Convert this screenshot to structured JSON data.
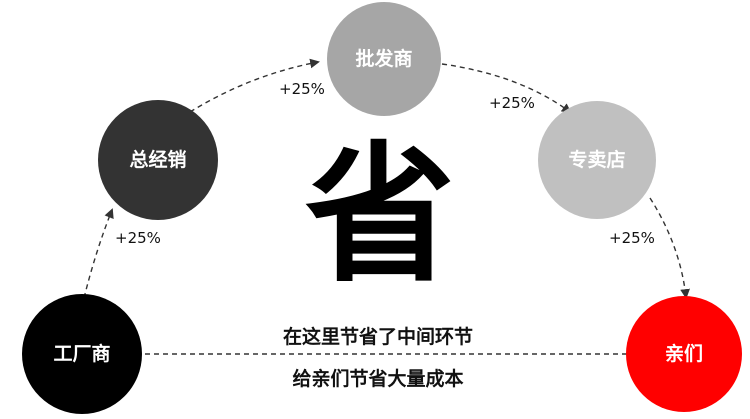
{
  "nodes": {
    "factory": {
      "label": "工厂商",
      "color": "#000000"
    },
    "distributor": {
      "label": "总经销",
      "color": "#333333"
    },
    "wholesaler": {
      "label": "批发商",
      "color": "#a6a6a6"
    },
    "store": {
      "label": "专卖店",
      "color": "#c0c0c0"
    },
    "customer": {
      "label": "亲们",
      "color": "#ff0000"
    }
  },
  "markups": [
    "+25%",
    "+25%",
    "+25%",
    "+25%"
  ],
  "center_char": "省",
  "caption": {
    "line1": "在这里节省了中间环节",
    "line2": "给亲们节省大量成本"
  }
}
